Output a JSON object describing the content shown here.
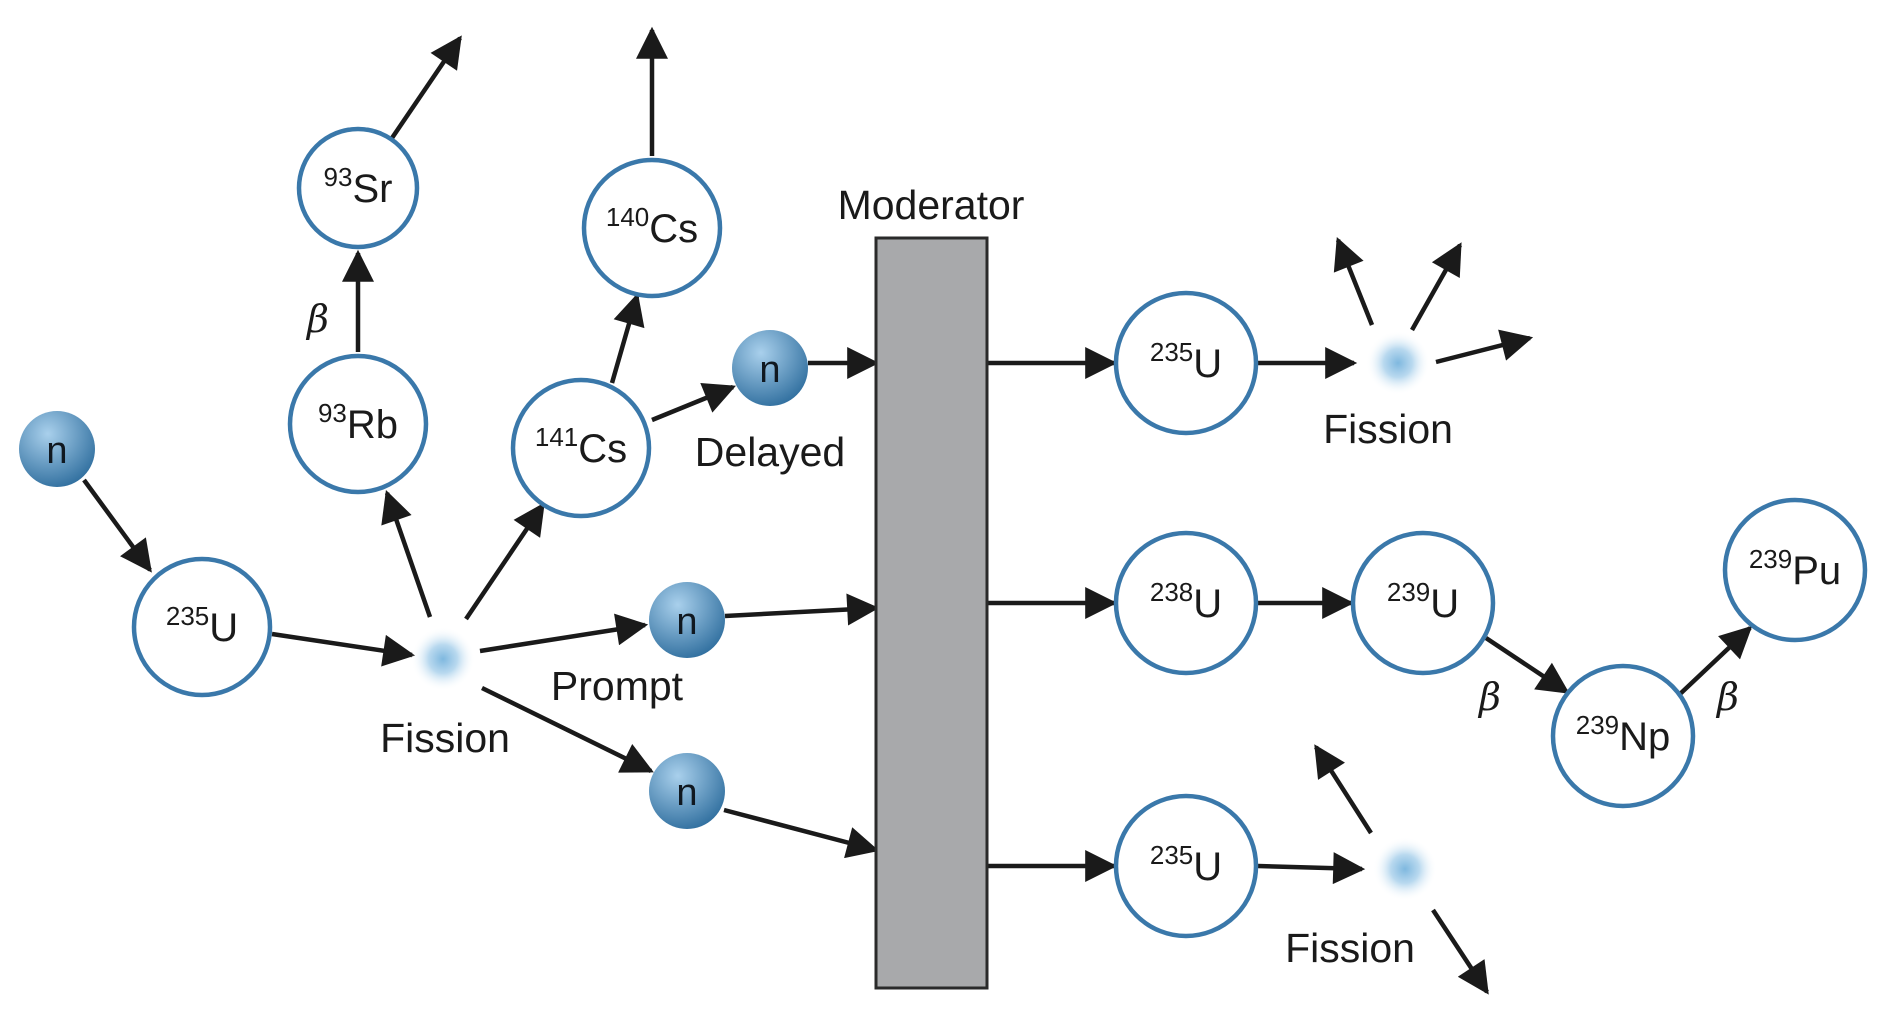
{
  "moderator": {
    "label": "Moderator"
  },
  "labels": {
    "fission_main": "Fission",
    "fission_top": "Fission",
    "fission_bottom": "Fission",
    "prompt": "Prompt",
    "delayed": "Delayed",
    "beta": "β",
    "neutron": "n"
  },
  "nuclei": [
    {
      "key": "u235_initial",
      "mass": "235",
      "symbol": "U"
    },
    {
      "key": "rb93",
      "mass": "93",
      "symbol": "Rb"
    },
    {
      "key": "sr93",
      "mass": "93",
      "symbol": "Sr"
    },
    {
      "key": "cs141",
      "mass": "141",
      "symbol": "Cs"
    },
    {
      "key": "cs140",
      "mass": "140",
      "symbol": "Cs"
    },
    {
      "key": "u235_top",
      "mass": "235",
      "symbol": "U"
    },
    {
      "key": "u238",
      "mass": "238",
      "symbol": "U"
    },
    {
      "key": "u239",
      "mass": "239",
      "symbol": "U"
    },
    {
      "key": "np239",
      "mass": "239",
      "symbol": "Np"
    },
    {
      "key": "pu239",
      "mass": "239",
      "symbol": "Pu"
    },
    {
      "key": "u235_bottom",
      "mass": "235",
      "symbol": "U"
    }
  ],
  "colors": {
    "nucleus_stroke": "#3a78aa",
    "neutron_light": "#a9d0ec",
    "neutron_dark": "#2f6e9e",
    "moderator_fill": "#a8a9ab",
    "arrow": "#1a1a1a"
  }
}
